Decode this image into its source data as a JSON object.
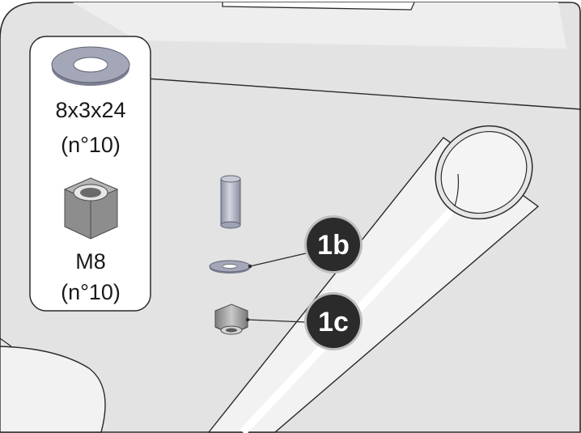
{
  "parts_list": {
    "washer": {
      "size": "8x3x24",
      "qty": "(n°10)"
    },
    "nut": {
      "size": "M8",
      "qty": "(n°10)"
    }
  },
  "callouts": {
    "washer": "1b",
    "nut": "1c"
  },
  "colors": {
    "background": "#e3e3e3",
    "panel": "#ffffff",
    "callout_fill": "#2b2b2b",
    "washer_fill": "#a3a7b8",
    "nut_fill": "#9a9a9a"
  }
}
